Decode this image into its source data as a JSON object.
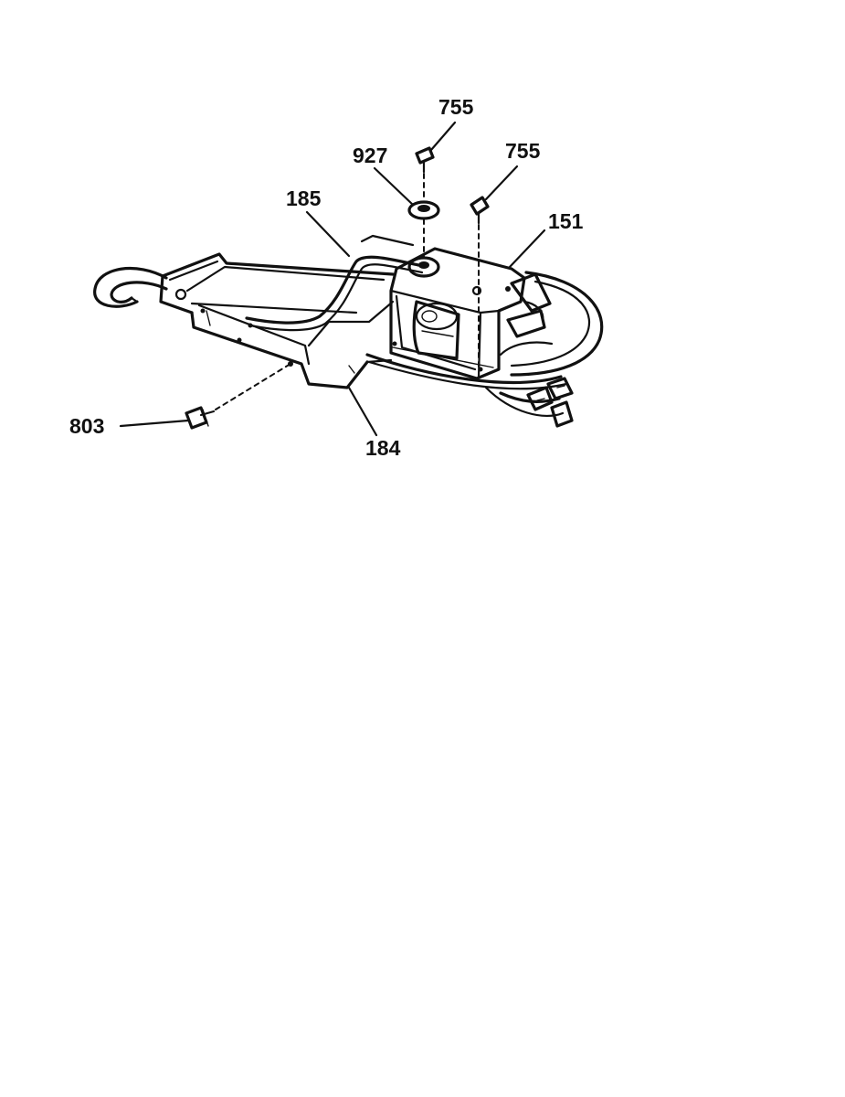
{
  "diagram": {
    "callouts": [
      {
        "id": "top-fastener",
        "text": "755"
      },
      {
        "id": "washer",
        "text": "927"
      },
      {
        "id": "right-fastener",
        "text": "755"
      },
      {
        "id": "wire-harness",
        "text": "185"
      },
      {
        "id": "motor",
        "text": "151"
      },
      {
        "id": "screw",
        "text": "803"
      },
      {
        "id": "bracket",
        "text": "184"
      }
    ]
  },
  "colors": {
    "ink": "#111111",
    "paper": "#ffffff"
  }
}
